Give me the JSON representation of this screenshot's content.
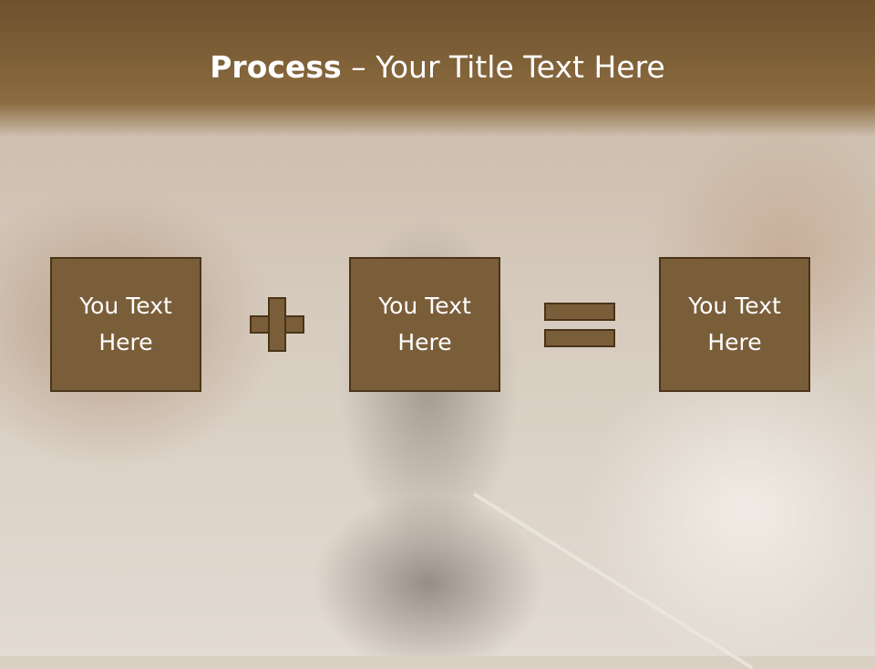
{
  "title": {
    "bold_text": "Process",
    "rest_text": " – Your Title Text Here"
  },
  "boxes": [
    {
      "label": "You Text Here"
    },
    {
      "label": "You Text Here"
    },
    {
      "label": "You Text Here"
    }
  ],
  "operators": [
    "plus",
    "equals"
  ],
  "colors": {
    "title_band": "#7d5f37",
    "box_fill": "#7a5e3a",
    "box_border": "#4a3418",
    "text": "#ffffff"
  }
}
